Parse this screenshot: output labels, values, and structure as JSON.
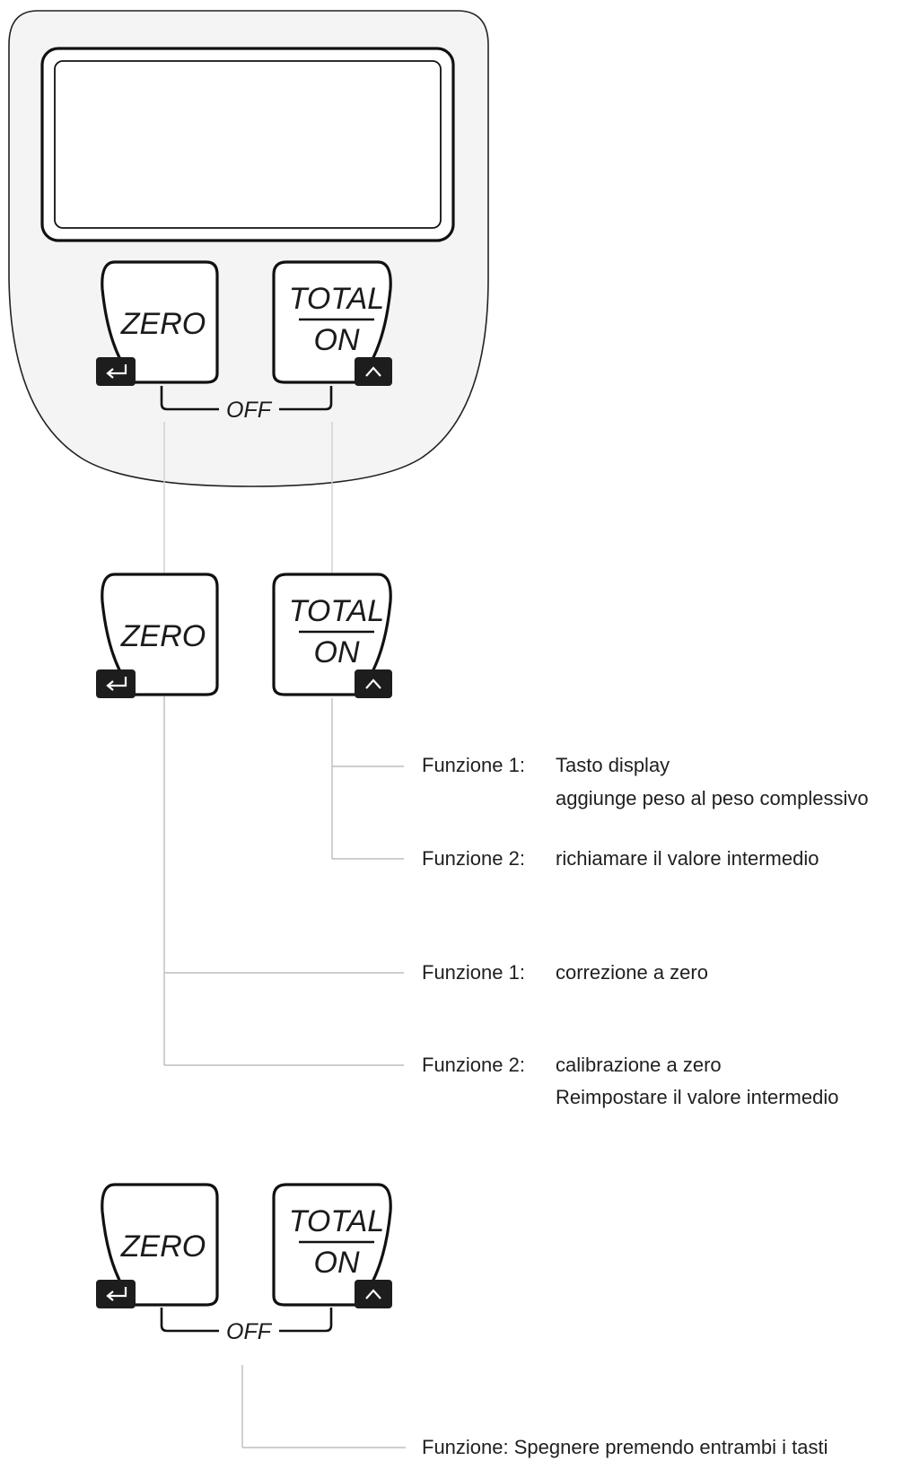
{
  "device": {
    "buttons": {
      "zero": "ZERO",
      "total": "TOTAL",
      "on": "ON",
      "off": "OFF"
    }
  },
  "detail_top": {
    "buttons": {
      "zero": "ZERO",
      "total": "TOTAL",
      "on": "ON"
    }
  },
  "functions": [
    {
      "label": "Funzione 1:",
      "lines": [
        "Tasto display",
        "aggiunge peso al peso complessivo"
      ]
    },
    {
      "label": "Funzione 2:",
      "lines": [
        "richiamare il valore intermedio"
      ]
    },
    {
      "label": "Funzione 1:",
      "lines": [
        "correzione a zero"
      ]
    },
    {
      "label": "Funzione 2:",
      "lines": [
        "calibrazione a zero",
        "Reimpostare il valore intermedio"
      ]
    }
  ],
  "detail_off": {
    "buttons": {
      "zero": "ZERO",
      "total": "TOTAL",
      "on": "ON",
      "off": "OFF"
    },
    "note": "Funzione: Spegnere premendo entrambi i tasti"
  },
  "icons": [
    "enter-icon",
    "up-arrow-icon"
  ]
}
